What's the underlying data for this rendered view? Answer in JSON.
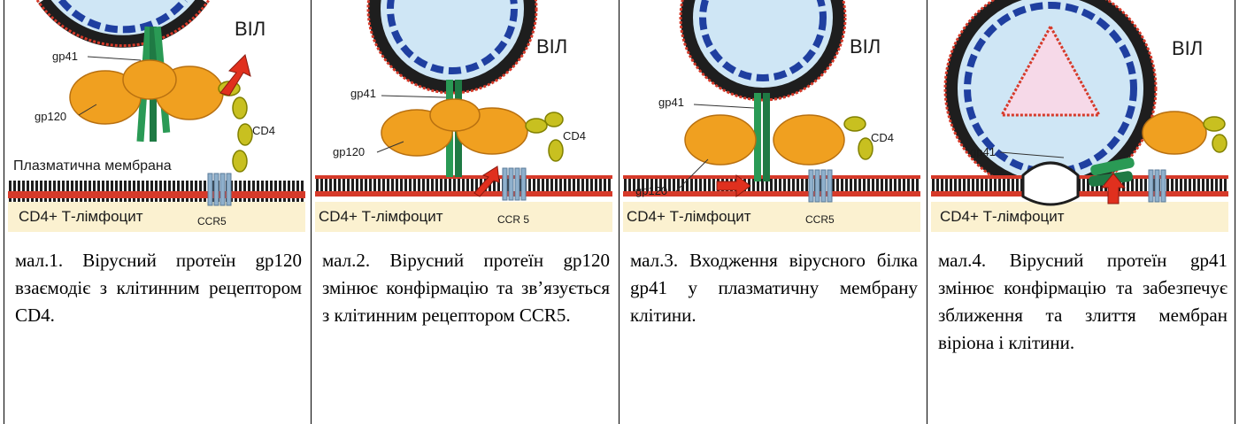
{
  "panels": [
    {
      "virus_label": "ВІЛ",
      "labels": {
        "gp41": "gp41",
        "gp120": "gp120",
        "cd4": "CD4",
        "membrane": "Плазматична мембрана",
        "cell": "CD4+ Т-лімфоцит",
        "ccr5": "CCR5"
      },
      "caption": "мал.1. Вірусний протеїн gp120 взаємодіє з клітинним рецептором CD4."
    },
    {
      "virus_label": "ВІЛ",
      "labels": {
        "gp41": "gp41",
        "gp120": "gp120",
        "cd4": "CD4",
        "cell": "CD4+ Т-лімфоцит",
        "ccr5": "CCR 5"
      },
      "caption": "мал.2. Вірусний протеїн gp120 змінює конфірмацію та зв’язується з клітинним рецептором CCR5."
    },
    {
      "virus_label": "ВІЛ",
      "labels": {
        "gp41": "gp41",
        "gp120": "gp120",
        "cd4": "CD4",
        "cell": "CD4+ Т-лімфоцит",
        "ccr5": "CCR5"
      },
      "caption": "мал.3. Входження вірусного білка gp41 у плазматичну мембрану клітини."
    },
    {
      "virus_label": "ВІЛ",
      "labels": {
        "gp41": "gp41",
        "cell": "CD4+ Т-лімфоцит"
      },
      "caption": "мал.4. Вірусний протеїн gp41 змінює конфірмацію та забезпечує зближення та злиття мембран віріона і клітини."
    }
  ],
  "colors": {
    "membrane_dark": "#1e1e1e",
    "membrane_red": "#d63a2a",
    "virus_interior": "#cfe6f5",
    "capsid_blue": "#1f3fa0",
    "protein_orange": "#f0a020",
    "gp41_green": "#2a9a55",
    "cd4_yellow": "#c8c020",
    "ccr5_blue": "#8fb0cc",
    "arrow_red": "#e0301e",
    "cytoplasm": "#fbf1d0"
  }
}
